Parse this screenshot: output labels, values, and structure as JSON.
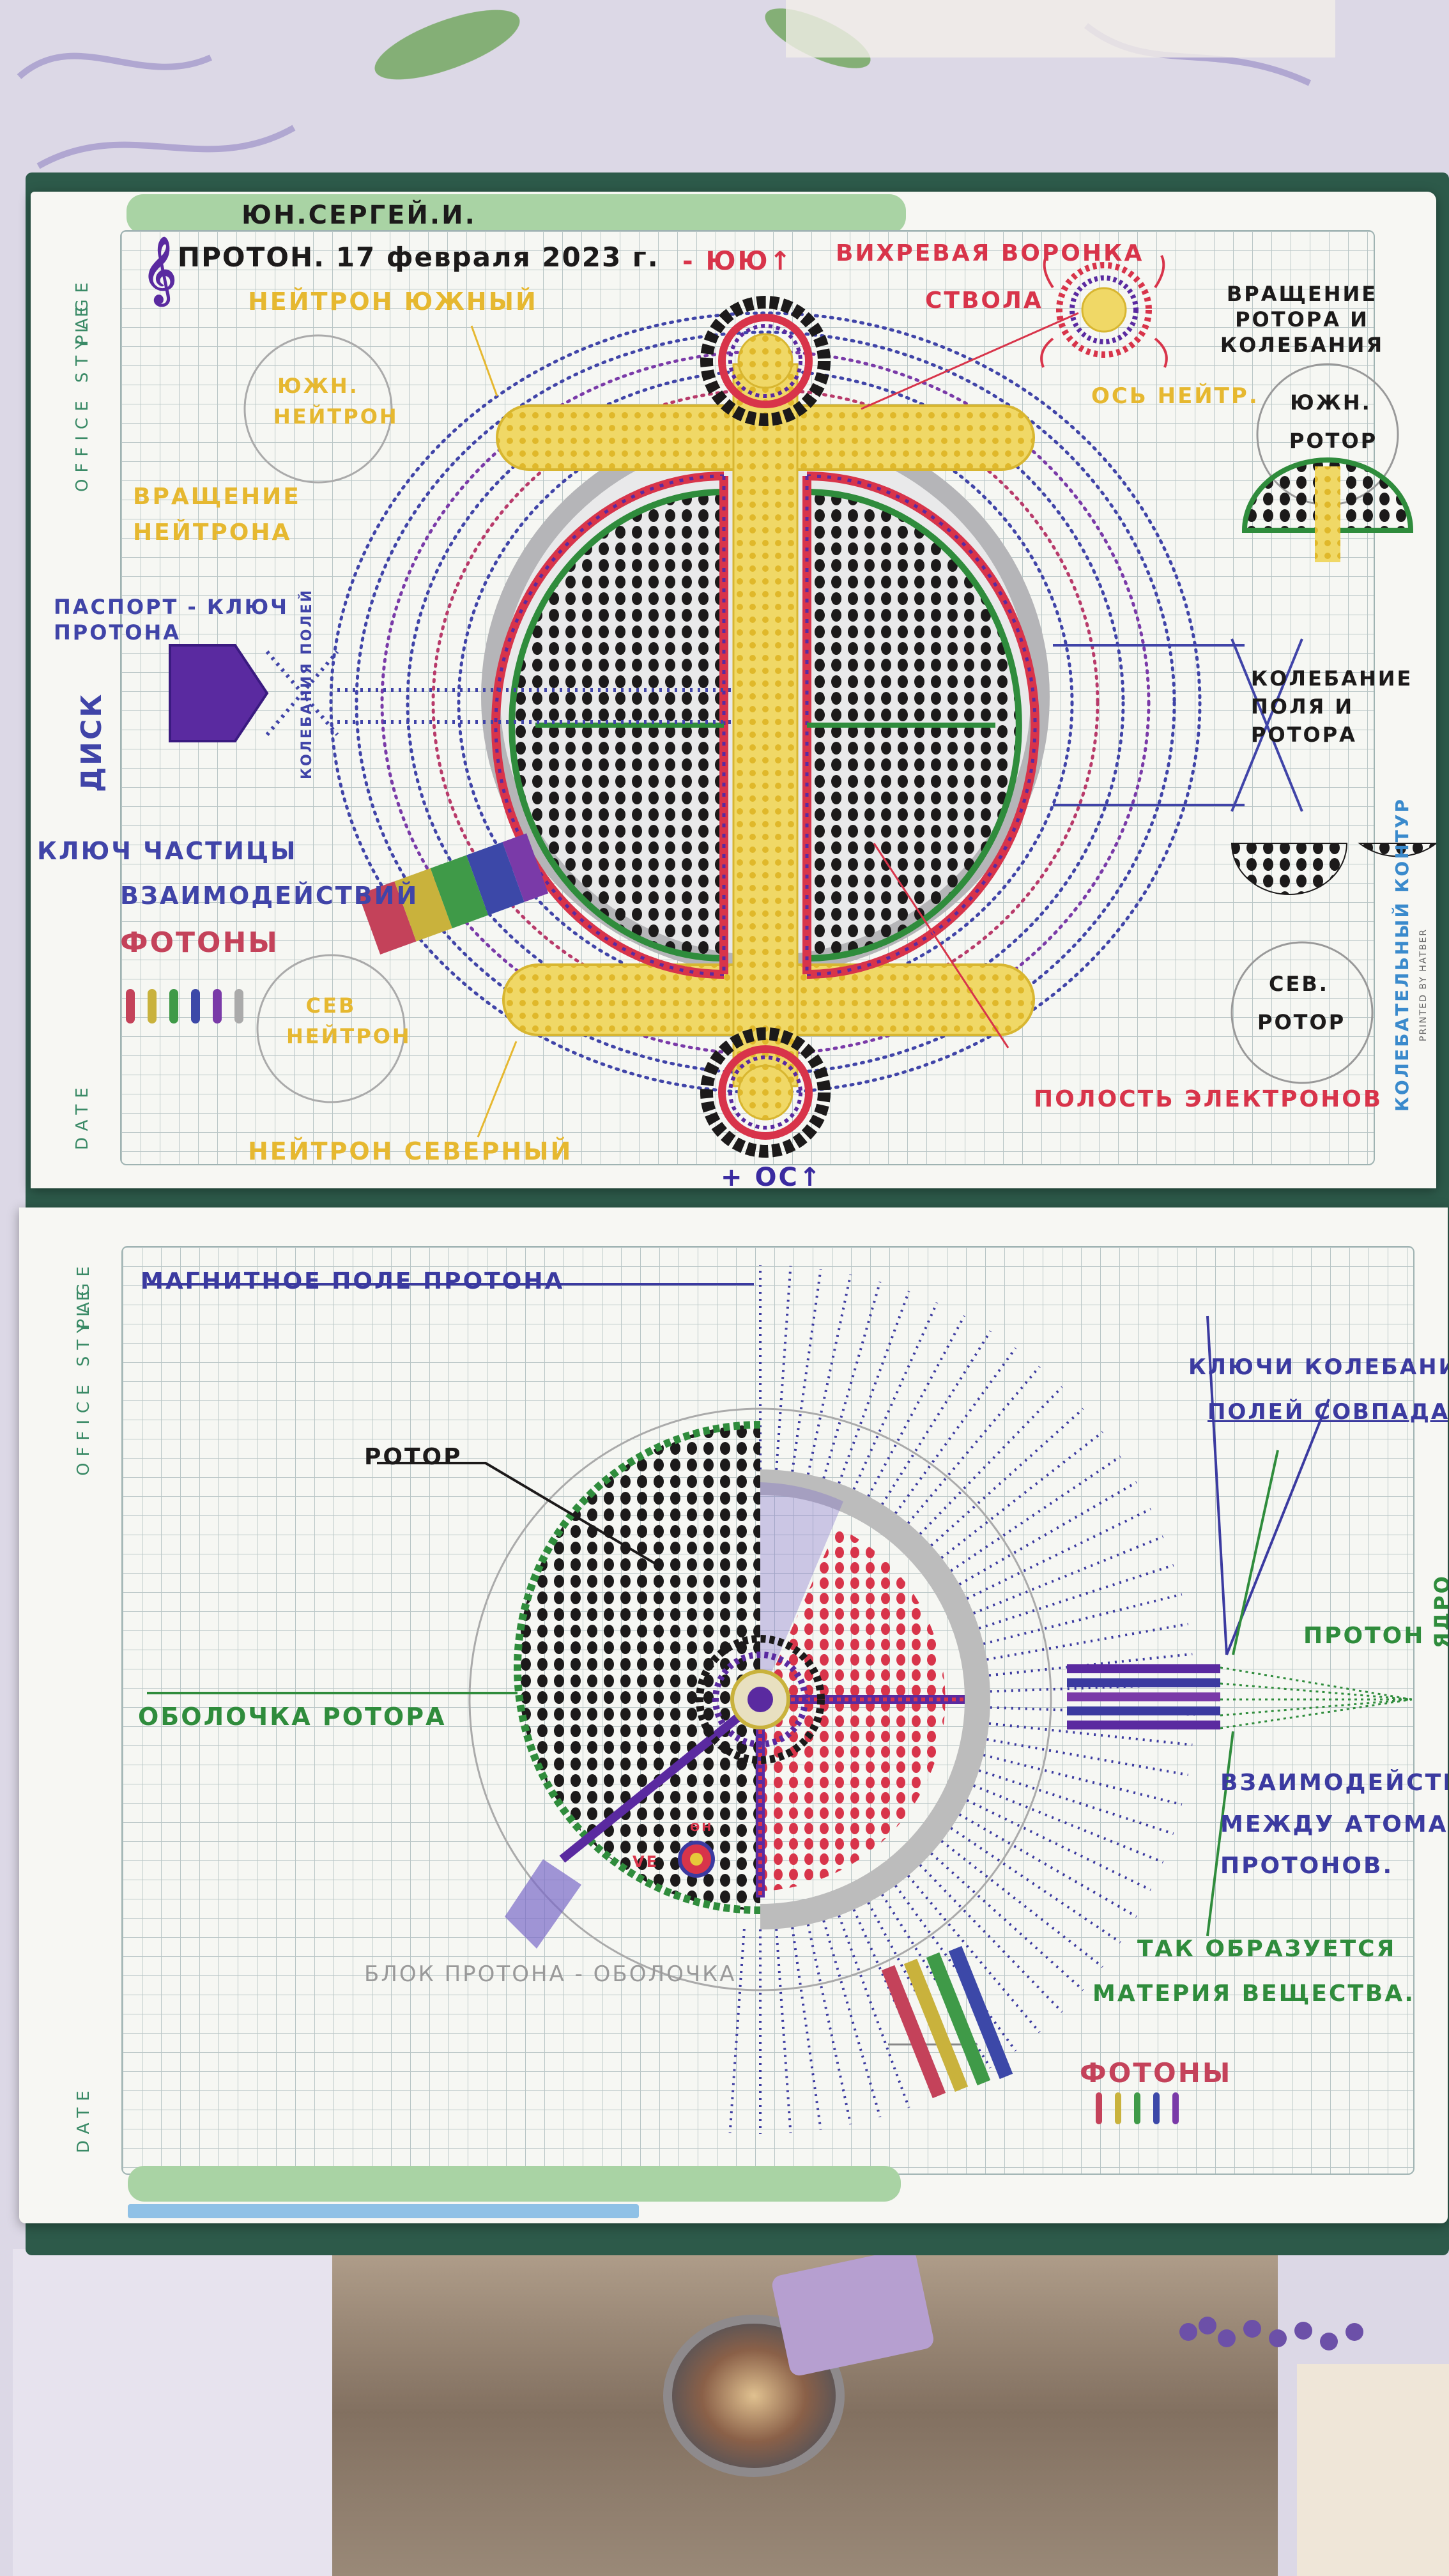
{
  "author": "ЮН.СЕРГЕЙ.И.",
  "title": "ПРОТОН. 17 февраля 2023 г.",
  "notebook_margin": {
    "page": "PAGE",
    "style": "OFFICE STYLE",
    "date": "DATE",
    "printer": "PRINTED BY HATBER"
  },
  "top_labels": {
    "minus_pole": "- ЮЮ↑",
    "vortex": "ВИХРЕВАЯ ВОРОНКА",
    "stem": "СТВОЛА",
    "os_neutron": "ОСЬ НЕЙТР.",
    "neutron_south_title": "НЕЙТРОН ЮЖНЫЙ",
    "south_neutron_circle": "ЮЖН. НЕЙТРОН",
    "neutron_rotation": "ВРАЩЕНИЕ НЕЙТРОНА",
    "passport_key": "ПАСПОРТ - КЛЮЧ ПРОТОНА",
    "disk": "ДИСК",
    "field_oscillation_side": "КОЛЕБАНИЯ ПОЛЕЙ",
    "particle_key": "КЛЮЧ ЧАСТИЦЫ",
    "interactions": "ВЗАИМОДЕЙСТВИЙ",
    "photons": "ФОТОНЫ",
    "north_neutron_circle": "СЕВ НЕЙТРОН",
    "neutron_north": "НЕЙТРОН СЕВЕРНЫЙ",
    "plus_pole": "+ ОС↑",
    "rotation_oscillation": "ВРАЩЕНИЕ РОТОРА И КОЛЕБАНИЯ",
    "south_rotor": "ЮЖН. РОТОР",
    "field_rotor_oscillation": "КОЛЕБАНИЕ ПОЛЯ И РОТОРА",
    "north_rotor": "СЕВ. РОТОР",
    "oscillation_contour": "КОЛЕБАТЕЛЬНЫЙ КОНТУР",
    "electron_cavity": "ПОЛОСТЬ ЭЛЕКТРОНОВ"
  },
  "bottom_labels": {
    "magnetic_field": "МАГНИТНОЕ ПОЛЕ ПРОТОНА",
    "rotor": "РОТОР",
    "rotor_shell": "ОБОЛОЧКА РОТОРА",
    "keys_line1": "КЛЮЧИ КОЛЕБАНИЙ",
    "keys_line2": "ПОЛЕЙ СОВПАДАЮ",
    "proton": "ПРОТОН",
    "nucleus": "ЯДРО",
    "interaction_line1": "ВЗАИМОДЕЙСТВИЕ",
    "interaction_line2": "МЕЖДУ АТОМАМИ",
    "interaction_line3": "ПРОТОНОВ.",
    "matter_line1": "ТАК ОБРАЗУЕТСЯ",
    "matter_line2": "МАТЕРИЯ ВЕЩЕСТВА.",
    "block_shell": "БЛОК ПРОТОНА - ОБОЛОЧКА",
    "photons": "ФОТОНЫ",
    "small_mark": "ӨН",
    "ve_mark": "VЕ"
  },
  "colors": {
    "ink_black": "#1c1a1a",
    "ink_red": "#d8344a",
    "ink_blue": "#3b3aa0",
    "ink_purple": "#5a2aa0",
    "ink_green": "#2f8c3c",
    "ink_yellow": "#e6c93a",
    "ink_silver": "#b9b9b9",
    "grid": "#b9c6c6"
  },
  "photon_colors": [
    "#c4425a",
    "#c9b23c",
    "#3f9a48",
    "#3c48a8",
    "#7a3aa8"
  ]
}
